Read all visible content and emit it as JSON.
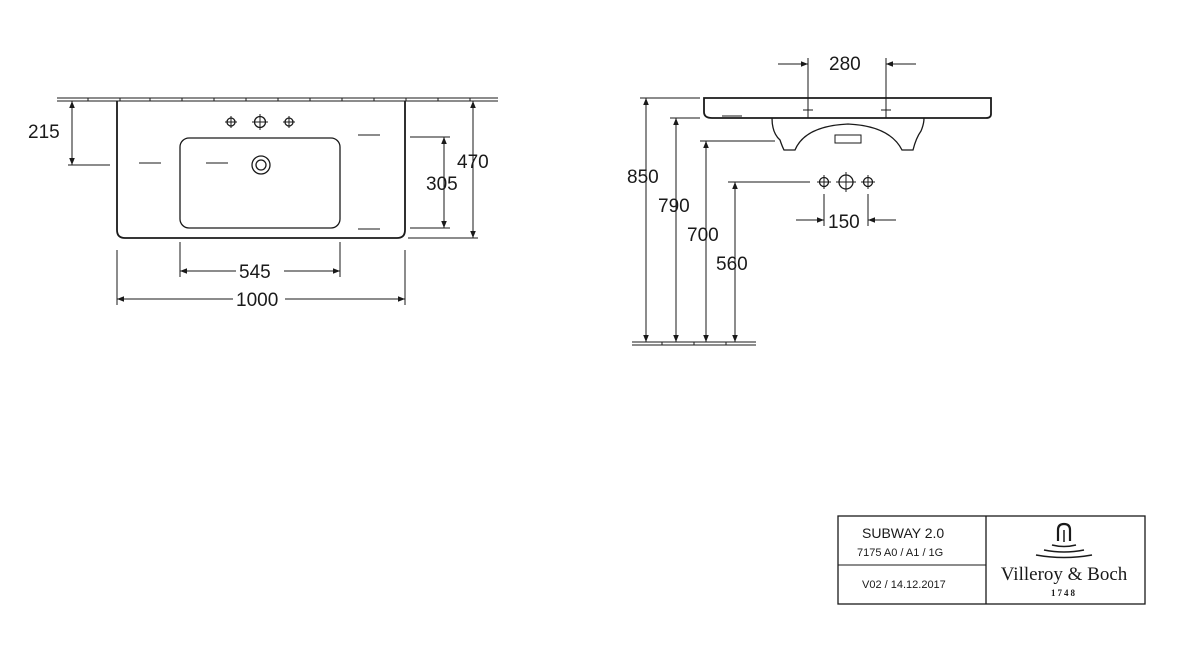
{
  "top_view": {
    "dim_depth_to_tap": "215",
    "dim_total_depth": "470",
    "dim_basin_depth": "305",
    "dim_basin_width": "545",
    "dim_total_width": "1000"
  },
  "side_view": {
    "dim_tap_spacing": "280",
    "dim_height_top": "850",
    "dim_height_bottom": "790",
    "dim_height_trap": "700",
    "dim_height_drain": "560",
    "dim_valve_spacing": "150"
  },
  "title_block": {
    "product_name": "SUBWAY 2.0",
    "article_numbers": "7175 A0 / A1 / 1G",
    "version_date": "V02 / 14.12.2017",
    "brand_name": "Villeroy & Boch",
    "brand_year": "1748"
  }
}
